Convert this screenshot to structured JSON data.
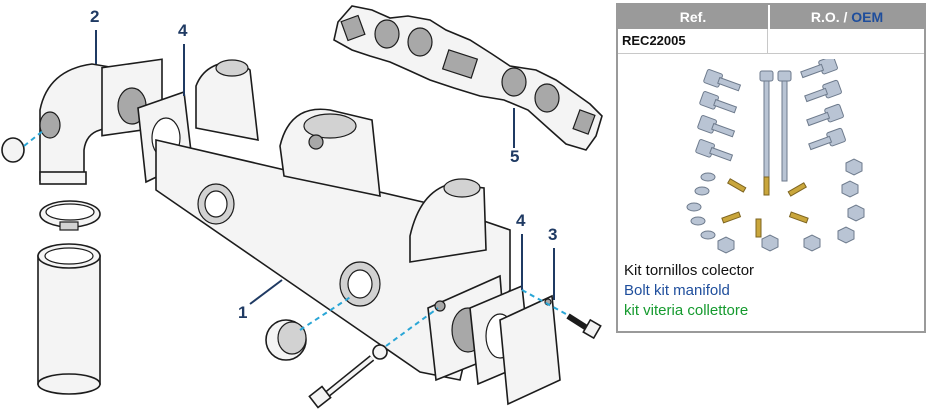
{
  "callouts": {
    "n1": "1",
    "n2": "2",
    "n3": "3",
    "n4a": "4",
    "n4b": "4",
    "n5": "5"
  },
  "panel": {
    "header_ref": "Ref.",
    "header_ro": "R.O. /",
    "header_oem": "OEM",
    "ref_code": "REC22005",
    "desc_es": "Kit tornillos colector",
    "desc_en": "Bolt kit manifold",
    "desc_it": "kit viteria collettore"
  },
  "colors": {
    "callout": "#1f3a63",
    "leader_dashed": "#2aa6d6",
    "panel_border": "#9a9a9a",
    "text_english": "#1f4e9c",
    "text_italian": "#159a2e"
  },
  "icons": [
    "manifold-drawing",
    "elbow-drawing",
    "hose-clamp-drawing",
    "hose-drawing",
    "gasket-drawing",
    "cover-plate-drawing",
    "bolt-drawing",
    "bolt-kit-photo"
  ]
}
